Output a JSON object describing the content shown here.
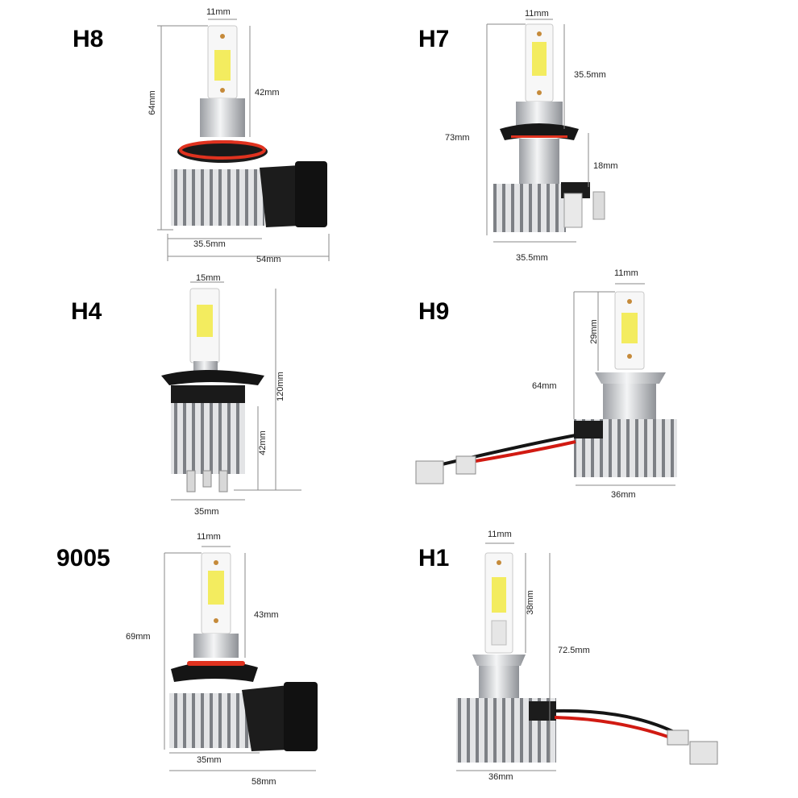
{
  "colors": {
    "chip": "#f3ec5f",
    "ring": "#e0321f",
    "metal": "#d4d6d9",
    "dark": "#151515",
    "wire_red": "#d11a12"
  },
  "bulbs": {
    "h8": {
      "name": "H8",
      "d_top": "11mm",
      "d_led": "42mm",
      "d_total": "64mm",
      "d_base": "35.5mm",
      "d_width": "54mm"
    },
    "h7": {
      "name": "H7",
      "d_top": "11mm",
      "d_led": "35.5mm",
      "d_total": "73mm",
      "d_lower": "18mm",
      "d_base": "35.5mm"
    },
    "h4": {
      "name": "H4",
      "d_top": "15mm",
      "d_total": "120mm",
      "d_lower": "42mm",
      "d_base": "35mm"
    },
    "h9": {
      "name": "H9",
      "d_top": "11mm",
      "d_led": "29mm",
      "d_total": "64mm",
      "d_base": "36mm"
    },
    "b9005": {
      "name": "9005",
      "d_top": "11mm",
      "d_led": "43mm",
      "d_total": "69mm",
      "d_base": "35mm",
      "d_width": "58mm"
    },
    "h1": {
      "name": "H1",
      "d_top": "11mm",
      "d_led": "38mm",
      "d_total": "72.5mm",
      "d_base": "36mm"
    }
  }
}
